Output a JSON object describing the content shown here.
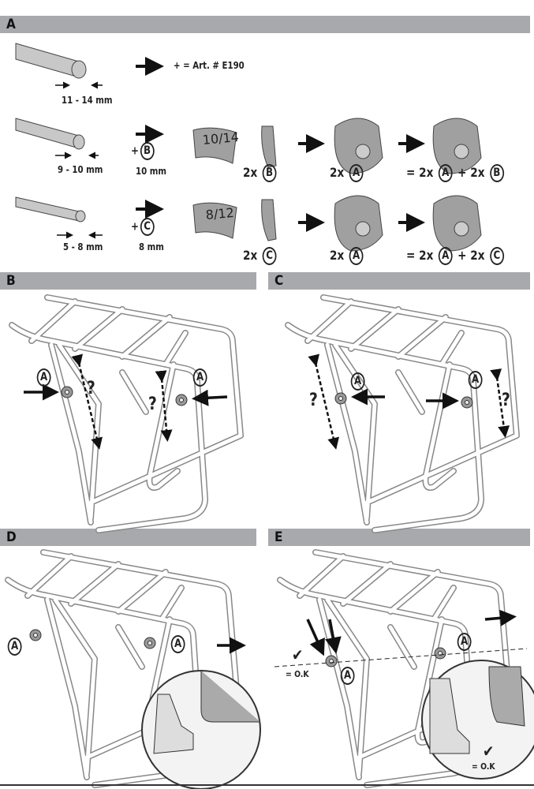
{
  "sections": {
    "a": "A",
    "b": "B",
    "c": "C",
    "d": "D",
    "e": "E"
  },
  "row1": {
    "size": "11 - 14 mm",
    "result": "+ = Art. # E190"
  },
  "row2": {
    "size": "9 - 10 mm",
    "plus": "+",
    "part": "B",
    "part_size": "10 mm",
    "insert_label": "10/14",
    "qty1": "2x",
    "qty2": "2x",
    "part_a": "A",
    "eq": "= 2x",
    "plus2": "+ 2x"
  },
  "row3": {
    "size": "5 - 8 mm",
    "plus": "+",
    "part": "C",
    "part_size": "8 mm",
    "insert_label": "8/12",
    "qty1": "2x",
    "qty2": "2x",
    "part_a": "A",
    "eq": "= 2x",
    "plus2": "+ 2x"
  },
  "panels": {
    "clamp": "A",
    "question": "?",
    "ok": "= O.K",
    "check": "✔"
  },
  "colors": {
    "header": "#a7a9ac",
    "part": "#9a9a9a"
  }
}
